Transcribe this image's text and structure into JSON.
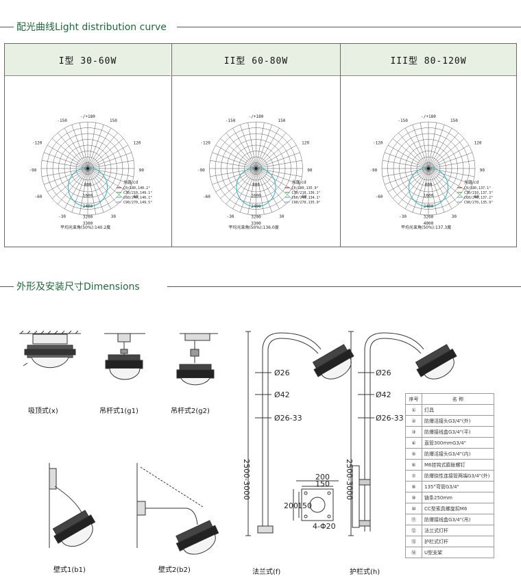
{
  "section1": {
    "title": "配光曲线Light distribution curve"
  },
  "section2": {
    "title": "外形及安装尺寸Dimensions"
  },
  "panels": [
    {
      "title": "I型  30-60W",
      "avg": "平均光束角(50%):140.2度",
      "legend_title": "光强:cd",
      "legend": [
        "C0/180,140.2°",
        "C30/210,149.1°",
        "C60/240,140.1°",
        "C90/270,149.5°"
      ],
      "rings": [
        "800",
        "1600",
        "2400",
        "3200"
      ],
      "max": "3300"
    },
    {
      "title": "II型  60-80W",
      "avg": "平均光束角(50%):136.0度",
      "legend_title": "光强:cd",
      "legend": [
        "C0/180,135.9°",
        "C30/210,136.1°",
        "C60/240,134.1°",
        "C90/270,135.9°"
      ],
      "rings": [
        "800",
        "1600",
        "2400",
        "3200"
      ],
      "max": "3300"
    },
    {
      "title": "III型  80-120W",
      "avg": "平均光束角(50%):137.3度",
      "legend_title": "光强:cd",
      "legend": [
        "C0/180,137.1°",
        "C30/210,137.3°",
        "C60/240,137.2°",
        "C90/270,135.9°"
      ],
      "rings": [
        "800",
        "1600",
        "2400",
        "3200"
      ],
      "max": "4000"
    }
  ],
  "polar_angles": {
    "top": "-/+180",
    "l150": "-150",
    "r150": "150",
    "l120": "-120",
    "r120": "120",
    "l90": "-90",
    "r90": "90",
    "l60": "-60",
    "r60": "60",
    "l30": "-30",
    "r30": "30"
  },
  "captions": {
    "x": "吸顶式(x)",
    "g1": "吊杆式1(g1)",
    "g2": "吊杆式2(g2)",
    "b1": "壁式1(b1)",
    "b2": "壁式2(b2)",
    "f": "法兰式(f)",
    "h": "护栏式(h)"
  },
  "pole": {
    "d26": "Ø26",
    "d42": "Ø42",
    "d2633": "Ø26-33",
    "height": "2500-3000",
    "flange_200a": "200",
    "flange_150a": "150",
    "flange_200b": "200",
    "flange_150b": "150",
    "flange_hole": "4-Φ20"
  },
  "parts_table": {
    "header": [
      "序号",
      "名  称"
    ],
    "rows": [
      [
        "①",
        "灯具"
      ],
      [
        "②",
        "防爆活接头G3/4\"(外)"
      ],
      [
        "③",
        "防爆接线盒G3/4\"(平)"
      ],
      [
        "④",
        "直管300mmG3/4\""
      ],
      [
        "⑤",
        "防爆活接头G3/4\"(内)"
      ],
      [
        "⑥",
        "M6挂钩式膨胀螺钉"
      ],
      [
        "⑦",
        "防爆挠性连接管两端G3/4\"(外)"
      ],
      [
        "⑧",
        "135°弯管G3/4\""
      ],
      [
        "⑨",
        "链条250mm"
      ],
      [
        "⑩",
        "CC型索具螺旋扣M6"
      ],
      [
        "⑪",
        "防爆接线盒G3/4\"(吊)"
      ],
      [
        "⑫",
        "法兰式灯杆"
      ],
      [
        "⑬",
        "护栏式灯杆"
      ],
      [
        "⑭",
        "U型支架"
      ]
    ]
  },
  "colors": {
    "accent": "#1d6b3a",
    "panel_bg": "#e8f0e4",
    "curve": "#27b3c4"
  }
}
